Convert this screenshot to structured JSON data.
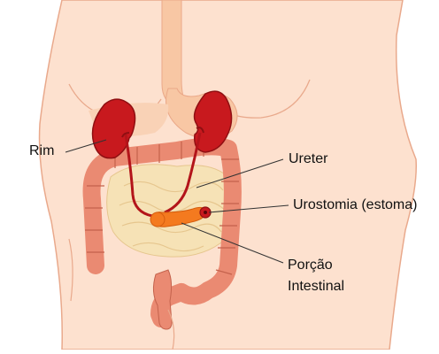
{
  "labels": {
    "rim": "Rim",
    "ureter": "Ureter",
    "urostomia": "Urostomia (estoma)",
    "porcao_line1": "Porção",
    "porcao_line2": "Intestinal"
  },
  "colors": {
    "skin": "#fde1cf",
    "skin_outline": "#e9a98c",
    "kidney": "#c8191e",
    "kidney_dark": "#8f0f12",
    "colon": "#ea8a72",
    "colon_dark": "#c4624c",
    "small_intestine": "#f6e2b6",
    "stomach": "#f8c7a4",
    "ureter": "#b3141a",
    "ileal_conduit": "#f47a1f",
    "stoma": "#c8191e",
    "leader_line": "#333333"
  }
}
